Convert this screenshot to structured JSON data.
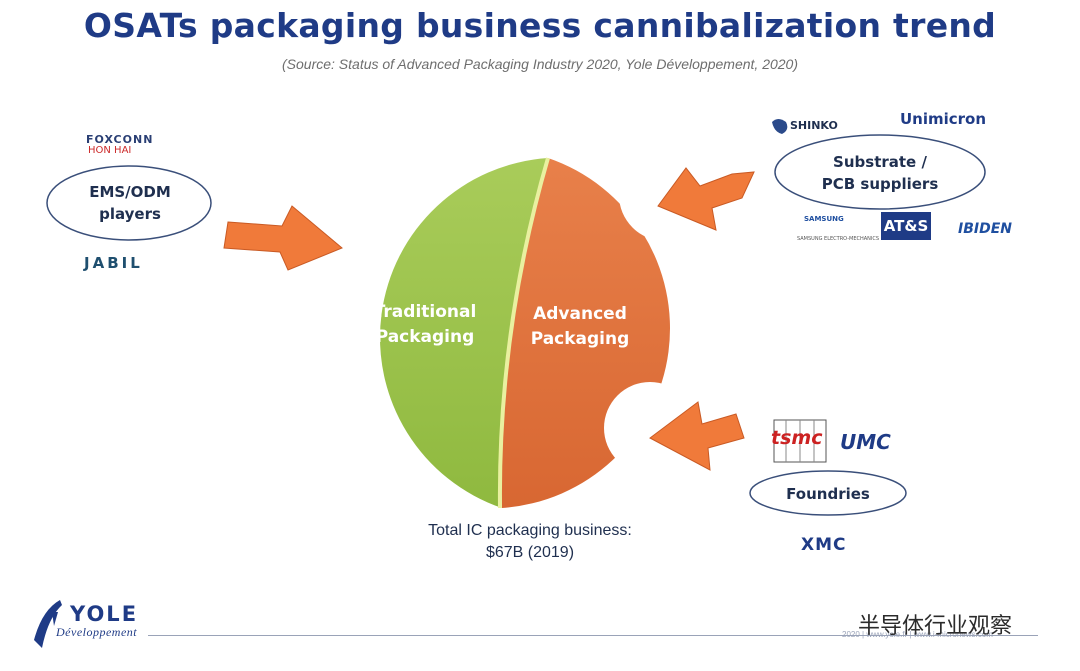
{
  "title": "OSATs packaging business cannibalization trend",
  "source": "(Source: Status of Advanced Packaging Industry 2020, Yole Développement, 2020)",
  "pie": {
    "left_label_line1": "Traditional",
    "left_label_line2": "Packaging",
    "right_label_line1": "Advanced",
    "right_label_line2": "Packaging",
    "left_color": "#99c24a",
    "right_color": "#e2743e"
  },
  "total": {
    "line1": "Total IC packaging business:",
    "line2": "$67B (2019)"
  },
  "groups": {
    "ems": {
      "label_line1": "EMS/ODM",
      "label_line2": "players",
      "logos": [
        "FOXCONN",
        "HON HAI",
        "JABIL"
      ]
    },
    "substrate": {
      "label_line1": "Substrate /",
      "label_line2": "PCB suppliers",
      "logos": [
        "SHINKO",
        "Unimicron",
        "SAMSUNG",
        "SAMSUNG ELECTRO-MECHANICS",
        "AT&S",
        "IBIDEN"
      ]
    },
    "foundries": {
      "label": "Foundries",
      "logos": [
        "tsmc",
        "UMC",
        "XMC"
      ]
    }
  },
  "arrow_color": "#f07a3a",
  "footer": {
    "brand_name": "YOLE",
    "brand_sub": "Développement",
    "copyright": "2020 | www.yole.fr | www.i-micronews.com",
    "watermark": "半导体行业观察"
  }
}
